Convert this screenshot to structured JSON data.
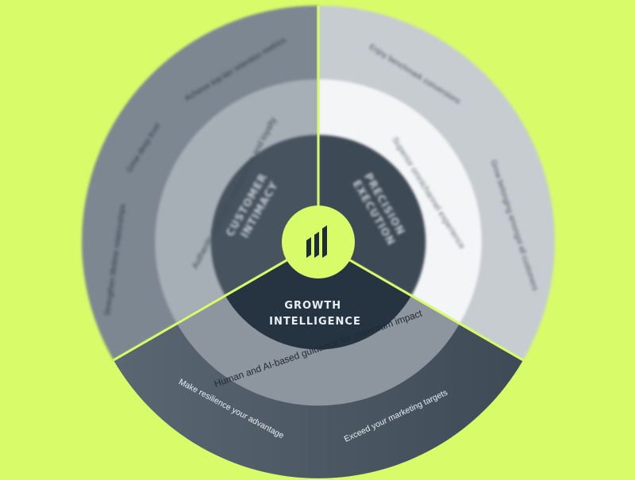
{
  "colors": {
    "background": "#d8fb6a",
    "center_circle": "#d8fb6a",
    "logo": "#1e2a36",
    "inner_ring": "#263441",
    "divider": "#d8fb6a"
  },
  "center": {
    "icon": "bar-chart-logo-icon"
  },
  "segments": {
    "customer_intimacy": {
      "title_line1": "CUSTOMER",
      "title_line2": "INTIMACY",
      "middle_label": "Authentic customer relationships and loyalty",
      "outer_labels": [
        "Achieve top-tier retention metrics",
        "Grow deep trust",
        "Strengthen lifetime relationships"
      ]
    },
    "precision_execution": {
      "title_line1": "PRECISION",
      "title_line2": "EXECUTION",
      "middle_label": "Superior omnichannel experience",
      "outer_labels": [
        "Enjoy benchmark conversions",
        "Grow belonging amongst all customers"
      ]
    },
    "growth_intelligence": {
      "title_line1": "GROWTH",
      "title_line2": "INTELLIGENCE",
      "middle_label": "Human and AI-based guidance for maximum impact",
      "outer_labels": [
        "Make resilience your advantage",
        "Exceed your marketing targets"
      ]
    }
  }
}
